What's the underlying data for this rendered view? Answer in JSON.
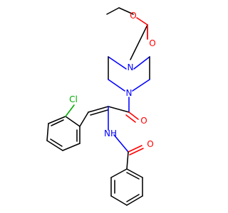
{
  "molecule": {
    "atom_labels": {
      "o_ester_carbonyl": "O",
      "o_ester_ether": "O",
      "n_piperazine_top": "N",
      "n_piperazine_bottom": "N",
      "o_ketone": "O",
      "cl": "Cl",
      "nh_amide": "NH",
      "o_amide": "O"
    },
    "colors": {
      "bond": "#000000",
      "oxygen": "#ff0000",
      "nitrogen": "#0000ff",
      "chlorine": "#00aa00",
      "background": "#ffffff"
    }
  }
}
